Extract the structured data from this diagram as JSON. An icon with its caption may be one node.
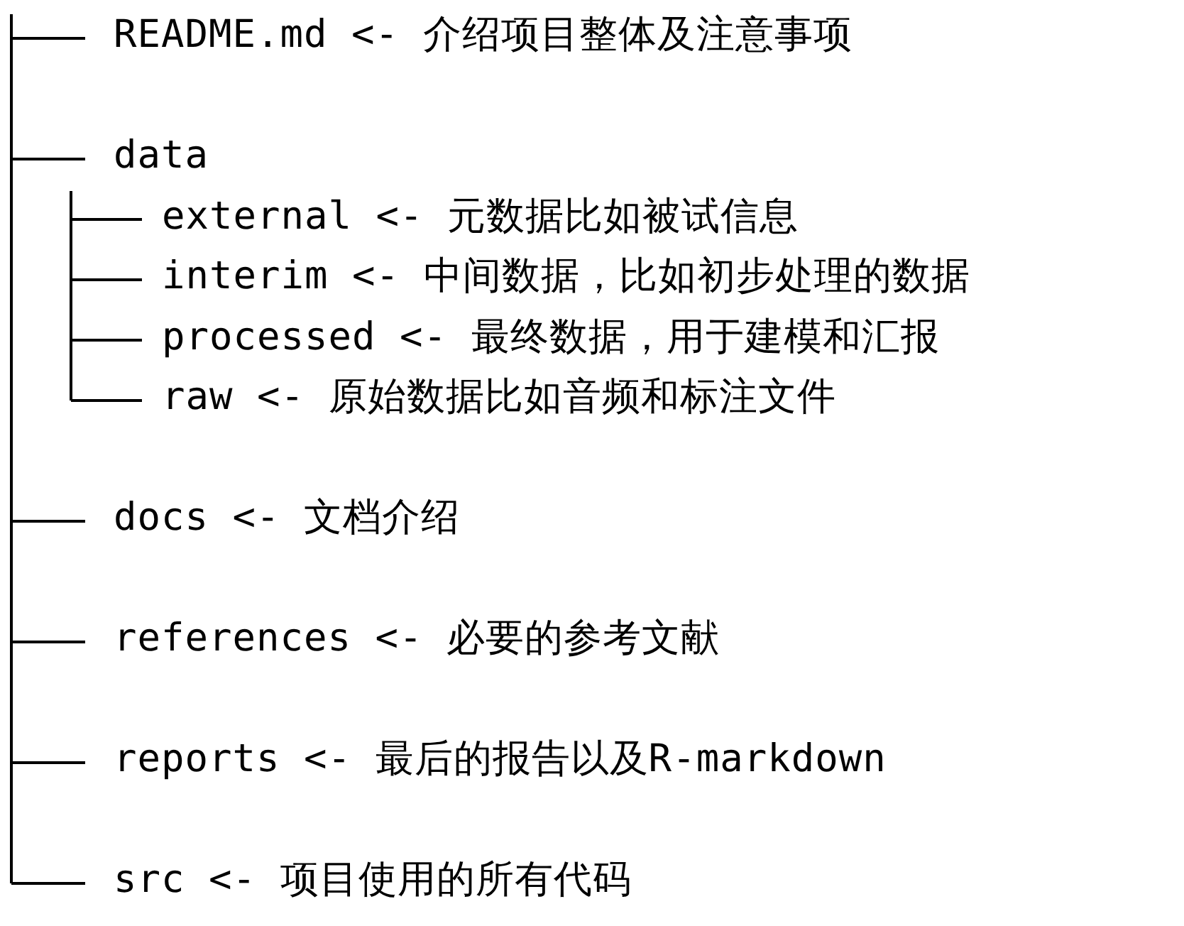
{
  "diagram": {
    "labels": [
      "README.md <- 介绍项目整体及注意事项",
      "data",
      "external <- 元数据比如被试信息",
      "interim <- 中间数据，比如初步处理的数据",
      "processed <- 最终数据，用于建模和汇报",
      "raw <- 原始数据比如音频和标注文件",
      "docs <- 文档介绍",
      "references <- 必要的参考文献",
      "reports <- 最后的报告以及R-markdown",
      "src <- 项目使用的所有代码"
    ]
  }
}
